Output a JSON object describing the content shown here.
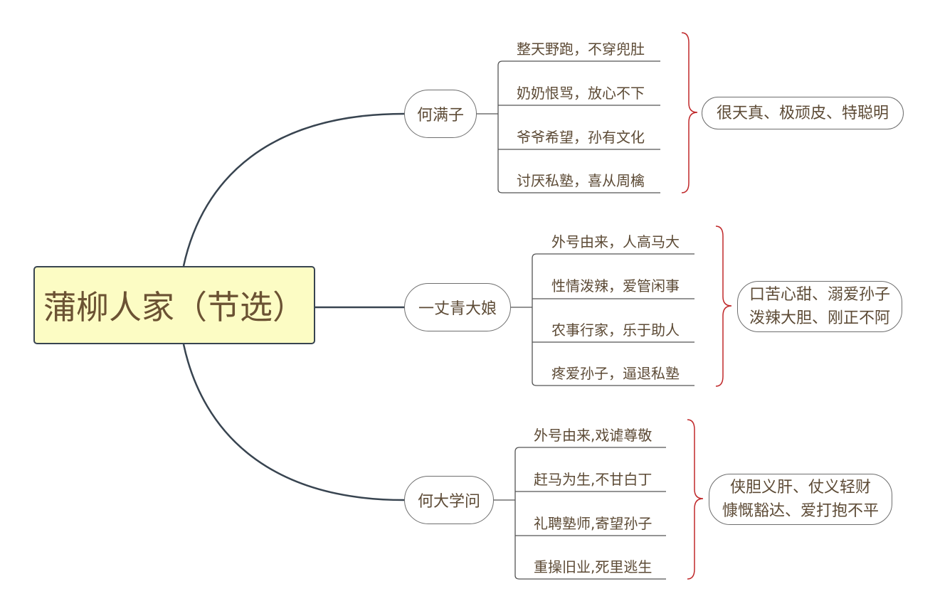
{
  "root": {
    "title": "蒲柳人家（节选）"
  },
  "branches": [
    {
      "label": "何满子",
      "leaves": [
        "整天野跑，不穿兜肚",
        "奶奶恨骂，放心不下",
        "爷爷希望，孙有文化",
        "讨厌私塾，喜从周檎"
      ],
      "summary": [
        "很天真、极顽皮、特聪明"
      ]
    },
    {
      "label": "一丈青大娘",
      "leaves": [
        "外号由来，人高马大",
        "性情泼辣，爱管闲事",
        "农事行家，乐于助人",
        "疼爱孙子，逼退私塾"
      ],
      "summary": [
        "口苦心甜、溺爱孙子",
        "泼辣大胆、刚正不阿"
      ]
    },
    {
      "label": "何大学问",
      "leaves": [
        "外号由来,戏谑尊敬",
        "赶马为生,不甘白丁",
        "礼聘塾师,寄望孙子",
        "重操旧业,死里逃生"
      ],
      "summary": [
        "侠胆义肝、仗义轻财",
        "慷慨豁达、爱打抱不平"
      ]
    }
  ],
  "colors": {
    "root_fill": "#fcfcc4",
    "line": "#384450",
    "brace": "#c0282a",
    "text": "#5c4a35"
  }
}
